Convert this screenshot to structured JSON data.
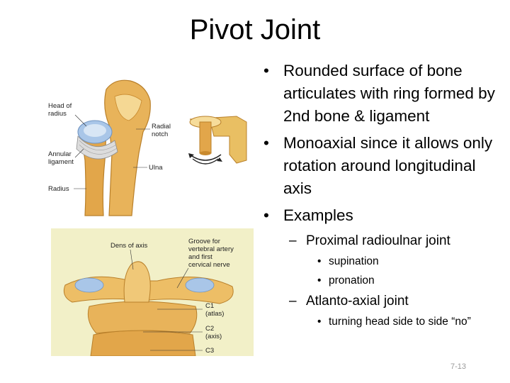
{
  "slide": {
    "title": "Pivot Joint",
    "page_number": "7-13"
  },
  "bullets": {
    "b1": "Rounded surface of bone articulates with ring formed by 2nd bone & ligament",
    "b2": "Monoaxial since it allows only rotation around longitudinal axis",
    "b3": "Examples",
    "sub1": "Proximal radioulnar joint",
    "sub1_items": [
      "supination",
      "pronation"
    ],
    "sub2": "Atlanto-axial joint",
    "sub2_items": [
      "turning head side to side “no”"
    ]
  },
  "figure_elbow": {
    "labels": {
      "head_of_radius_1": "Head of",
      "head_of_radius_2": "radius",
      "radial_notch_1": "Radial",
      "radial_notch_2": "notch",
      "annular_1": "Annular",
      "annular_2": "ligament",
      "ulna": "Ulna",
      "radius": "Radius"
    }
  },
  "figure_neck": {
    "labels": {
      "dens": "Dens of axis",
      "groove_1": "Groove for",
      "groove_2": "vertebral artery",
      "groove_3": "and first",
      "groove_4": "cervical nerve",
      "c1": "C1",
      "c1_sub": "(atlas)",
      "c2": "C2",
      "c2_sub": "(axis)",
      "c3": "C3"
    }
  },
  "colors": {
    "bone": "#e8b35a",
    "bone_dark": "#c98a2e",
    "cartilage": "#a9c6e8",
    "neck_bg": "#f2f0c8"
  }
}
